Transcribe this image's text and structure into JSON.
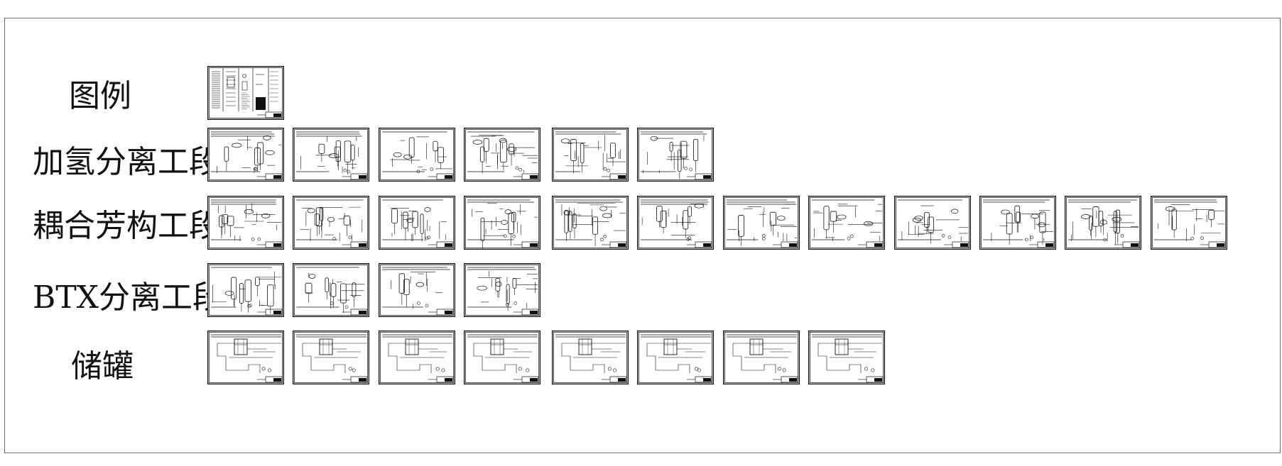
{
  "canvas": {
    "background": "#ffffff",
    "frame_color": "#6e6e6e",
    "ink_color": "#111111"
  },
  "rows": [
    {
      "label": "图例",
      "sheet_count": 1,
      "kind": "legend"
    },
    {
      "label": "加氢分离工段",
      "sheet_count": 6,
      "kind": "pid"
    },
    {
      "label": "耦合芳构工段",
      "sheet_count": 12,
      "kind": "pid"
    },
    {
      "label": "BTX分离工段",
      "sheet_count": 4,
      "kind": "pid"
    },
    {
      "label": "储罐",
      "sheet_count": 8,
      "kind": "tank"
    }
  ]
}
